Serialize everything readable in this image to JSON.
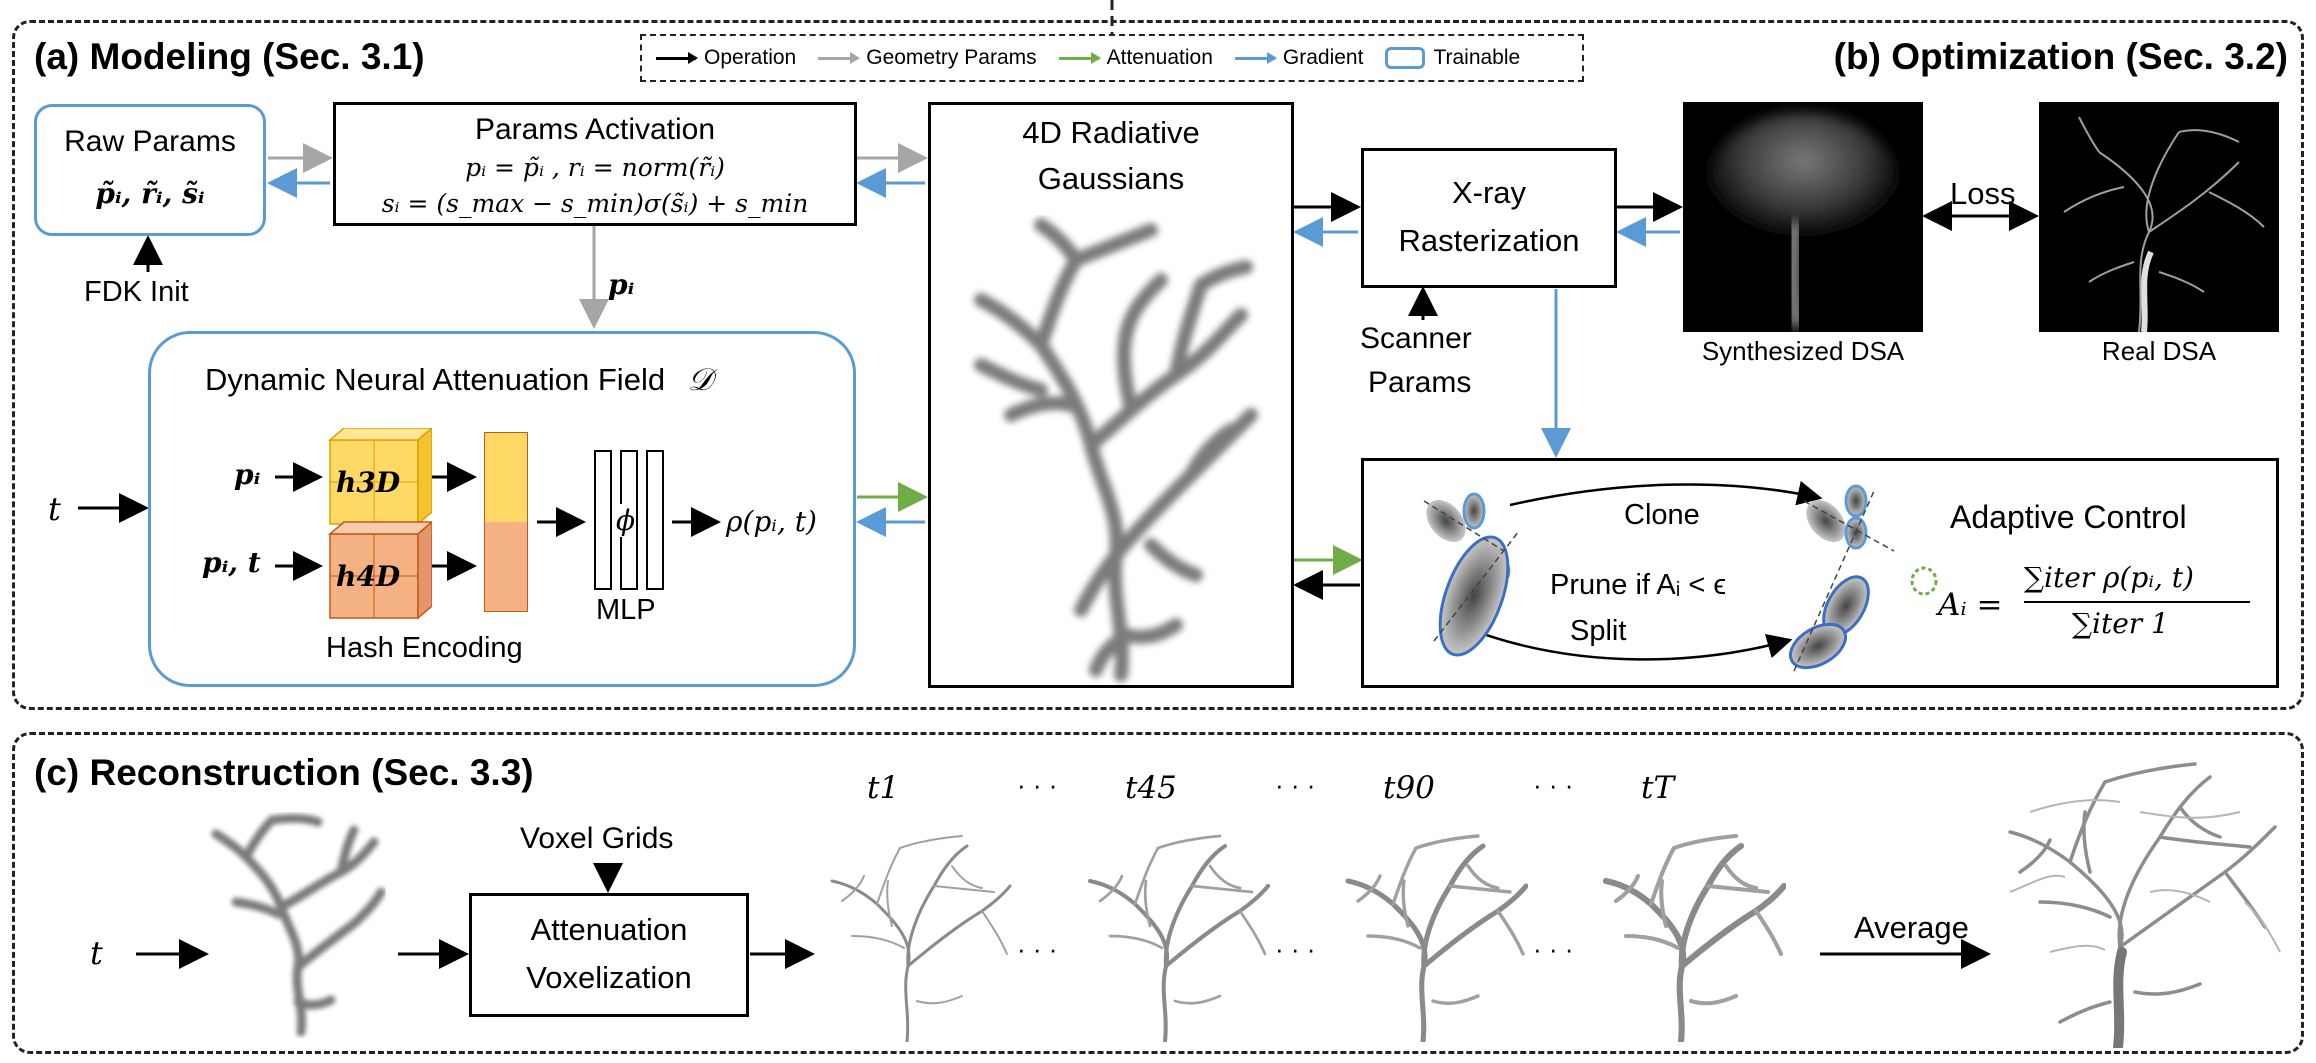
{
  "legend": {
    "items": [
      {
        "label": "Operation",
        "color": "#000000",
        "kind": "arrow"
      },
      {
        "label": "Geometry Params",
        "color": "#a6a6a6",
        "kind": "arrow"
      },
      {
        "label": "Attenuation",
        "color": "#70ad47",
        "kind": "arrow"
      },
      {
        "label": "Gradient",
        "color": "#5b9bd5",
        "kind": "arrow"
      },
      {
        "label": "Trainable",
        "color": "#5b9bd5",
        "kind": "box"
      }
    ]
  },
  "sections": {
    "modeling": "(a) Modeling (Sec. 3.1)",
    "optimization": "(b) Optimization (Sec. 3.2)",
    "reconstruction": "(c) Reconstruction (Sec. 3.3)"
  },
  "modeling": {
    "raw_params": {
      "title": "Raw Params",
      "formula": "p̃ᵢ, r̃ᵢ, s̃ᵢ"
    },
    "fdk_init": "FDK Init",
    "params_activation": {
      "title": "Params Activation",
      "line1": "pᵢ = p̃ᵢ , rᵢ = norm(r̃ᵢ)",
      "line2": "sᵢ = (s_max − s_min)σ(s̃ᵢ) + s_min"
    },
    "pi_label": "pᵢ",
    "dnaf": {
      "title": "Dynamic Neural Attenuation Field",
      "symbol": "𝒟",
      "input_pi": "pᵢ",
      "input_pit": "pᵢ, t",
      "h3d": "h3D",
      "h4d": "h4D",
      "phi": "ϕ",
      "mlp": "MLP",
      "hash": "Hash Encoding",
      "output": "ρ(pᵢ, t)"
    },
    "t_input": "t",
    "gaussians": {
      "title_line1": "4D Radiative",
      "title_line2": "Gaussians"
    }
  },
  "optimization": {
    "rasterization": {
      "line1": "X-ray",
      "line2": "Rasterization"
    },
    "scanner": {
      "line1": "Scanner",
      "line2": "Params"
    },
    "synth_label": "Synthesized DSA",
    "real_label": "Real DSA",
    "loss": "Loss",
    "adaptive": {
      "title": "Adaptive Control",
      "clone": "Clone",
      "prune": "Prune if Aᵢ < ϵ",
      "split": "Split",
      "formula_lhs": "Aᵢ =",
      "formula_num": "∑iter ρ(pᵢ, t)",
      "formula_den": "∑iter 1"
    }
  },
  "reconstruction": {
    "t_input": "t",
    "voxel_grids": "Voxel Grids",
    "voxelization": {
      "line1": "Attenuation",
      "line2": "Voxelization"
    },
    "frames": [
      "t1",
      "t45",
      "t90",
      "tT"
    ],
    "dots": "· · ·",
    "average": "Average"
  }
}
